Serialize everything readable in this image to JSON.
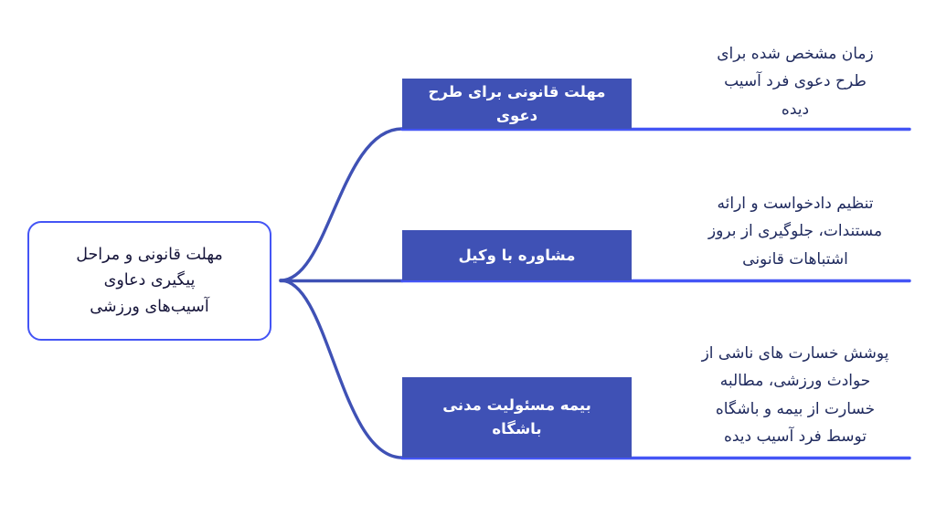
{
  "diagram": {
    "title_text": "مهلت قانونی و مراحل\nپیگیری دعاوی\nآسیب‌های ورزشی",
    "colors": {
      "box_fill": "#3f51b5",
      "root_border": "#4455f5",
      "connector": "#3f51b5",
      "description_text": "#1f2a5e",
      "box_text": "#ffffff",
      "background": "#ffffff"
    },
    "branches": [
      {
        "label": "مهلت قانونی برای طرح دعوی",
        "description": "زمان مشخص شده برای\nطرح دعوی فرد آسیب\nدیده"
      },
      {
        "label": "مشاوره با وکیل",
        "description": "تنظیم دادخواست و ارائه\nمستندات، جلوگیری از بروز\nاشتباهات قانونی"
      },
      {
        "label": "بیمه مسئولیت مدنی\nباشگاه",
        "description": "پوشش خسارت های ناشی از\nحوادث ورزشی، مطالبه\nخسارت از بیمه و باشگاه\nتوسط فرد آسیب دیده"
      }
    ]
  }
}
